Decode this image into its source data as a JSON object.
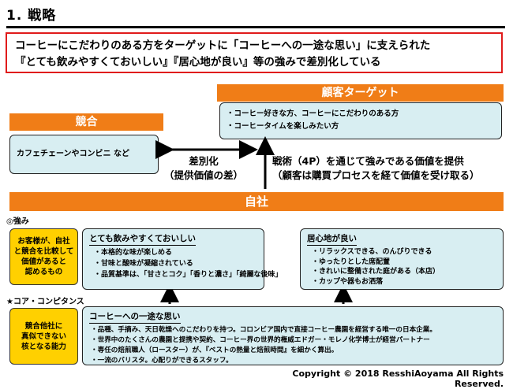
{
  "title": "1. 戦略",
  "message": {
    "line1": "コーヒーにこだわりのある方をターゲットに「コーヒーへの一途な思い」に支えられた",
    "line2": "『とても飲みやすくておいしい』『居心地が良い』等の強みで差別化している"
  },
  "target": {
    "header": "顧客ターゲット",
    "items": [
      "・コーヒー好きな方、コーヒーにこだわりのある方",
      "・コーヒータイムを楽しみたい方"
    ]
  },
  "competition": {
    "header": "競合",
    "text": "カフェチェーンやコンビニ など"
  },
  "differentiation": {
    "line1": "差別化",
    "line2": "（提供価値の差）"
  },
  "technique": {
    "line1": "戦術（4P）を通じて強みである価値を提供",
    "line2": "（顧客は購買プロセスを経て価値を受け取る）"
  },
  "self": {
    "header": "自社"
  },
  "strengths": {
    "label": "◎強み",
    "definition": [
      "お客様が、自社",
      "と競合を比較して",
      "価値があると",
      "認めるもの"
    ],
    "taste": {
      "title": "とても飲みやすくておいしい",
      "items": [
        "・本格的な味が楽しめる",
        "・甘味と酸味が凝縮されている",
        "・品質基準は、「甘さとコク」「香りと濃さ」「綺麗な後味」"
      ]
    },
    "comfort": {
      "title": "居心地が良い",
      "items": [
        "・リラックスできる、のんびりできる",
        "・ゆったりとした席配置",
        "・きれいに整備された庭がある（本店）",
        "・カップや器もお洒落"
      ]
    }
  },
  "core": {
    "label": "★コア・コンピタンス",
    "definition": [
      "競合他社に",
      "真似できない",
      "核となる能力"
    ],
    "title": "コーヒーへの一途な思い",
    "items": [
      "・品種、手摘み、天日乾燥へのこだわりを持つ。コロンビア国内で直接コーヒー農園を経営する唯一の日本企業。",
      "・世界中のたくさんの農園と提携や契約、コーヒー界の世界的権威エドガー・モレノ化学博士が経営パートナー",
      "・専任の焙煎職人（ロースター）が、『ベストの熱量と焙煎時間』を細かく算出。",
      "・一流のバリスタ。心配りができるスタッフ。"
    ]
  },
  "copyright": "Copyright © 2018 ResshiAoyama All Rights Reserved."
}
